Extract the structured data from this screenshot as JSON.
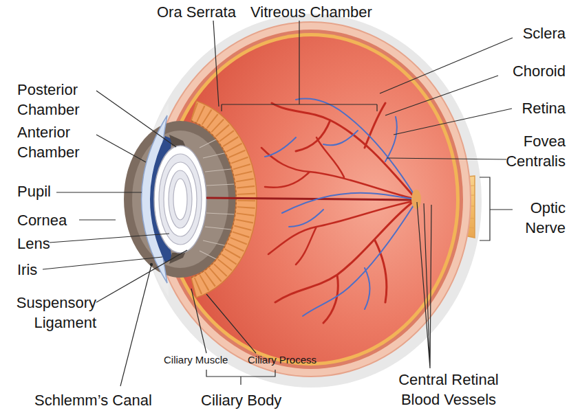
{
  "diagram": {
    "labels": [
      "Ora Serrata",
      "Vitreous Chamber",
      "Sclera",
      "Choroid",
      "Posterior Chamber",
      "Retina",
      "Anterior Chamber",
      "Fovea Centralis",
      "Pupil",
      "Optic Nerve",
      "Cornea",
      "Lens",
      "Iris",
      "Suspensory Ligament",
      "Ciliary Muscle",
      "Ciliary Process",
      "Central Retinal Blood Vessels",
      "Schlemm’s Canal",
      "Ciliary Body"
    ]
  }
}
